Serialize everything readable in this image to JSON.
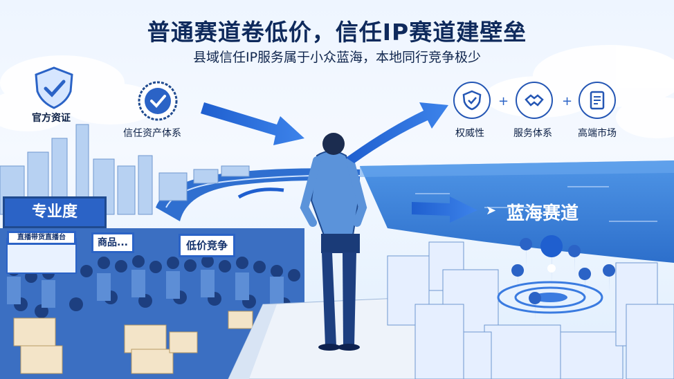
{
  "header": {
    "title": "普通赛道卷低价，信任IP赛道建壁垒",
    "subtitle": "县域信任IP服务属于小众蓝海，本地同行竞争极少"
  },
  "left_badges": {
    "official": "官方资证",
    "trust_system": "信任资产体系"
  },
  "left_signs": {
    "professional": "专业度",
    "live_stream": "直播带货直播台",
    "goods": "商品...",
    "low_price": "低价竞争"
  },
  "right_badges": [
    {
      "icon": "shield-icon",
      "label": "权威性"
    },
    {
      "icon": "handshake-icon",
      "label": "服务体系"
    },
    {
      "icon": "document-icon",
      "label": "高端市场"
    }
  ],
  "plus_sign": "+",
  "blue_ocean": {
    "arrow": "➤",
    "label": "蓝海赛道"
  },
  "colors": {
    "accent": "#2b63c6",
    "dark_navy": "#0f2a5c",
    "sea": "#3f86e0"
  }
}
